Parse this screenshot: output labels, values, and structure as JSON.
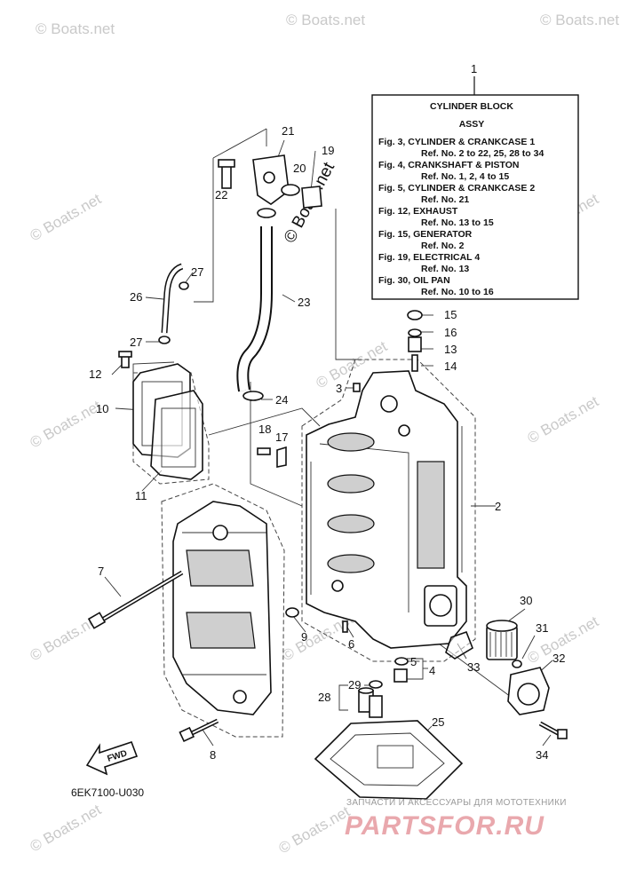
{
  "info_box": {
    "title_line1": "CYLINDER BLOCK",
    "title_line2": "ASSY",
    "lines": [
      "Fig. 3, CYLINDER & CRANKCASE 1",
      "Ref. No. 2 to 22, 25, 28 to 34",
      "Fig. 4, CRANKSHAFT & PISTON",
      "Ref. No. 1, 2, 4 to 15",
      "Fig. 5, CYLINDER & CRANKCASE 2",
      "Ref. No. 21",
      "Fig. 12, EXHAUST",
      "Ref. No. 13 to 15",
      "Fig. 15, GENERATOR",
      "Ref. No. 2",
      "Fig. 19, ELECTRICAL 4",
      "Ref. No. 13",
      "Fig. 30, OIL PAN",
      "Ref. No. 10 to 16"
    ]
  },
  "part_labels": [
    "1",
    "2",
    "3",
    "4",
    "5",
    "6",
    "7",
    "8",
    "9",
    "10",
    "11",
    "12",
    "13",
    "14",
    "15",
    "16",
    "17",
    "18",
    "19",
    "20",
    "21",
    "22",
    "23",
    "24",
    "25",
    "26",
    "27",
    "27",
    "28",
    "29",
    "30",
    "31",
    "32",
    "33",
    "34"
  ],
  "fwd_label": "FWD",
  "diagram_code": "6EK7100-U030",
  "watermark": "© Boats.net",
  "branding": {
    "subtitle": "ЗАПЧАСТИ И АКСЕССУАРЫ ДЛЯ МОТОТЕХНИКИ",
    "name": "PARTSFOR.RU"
  }
}
